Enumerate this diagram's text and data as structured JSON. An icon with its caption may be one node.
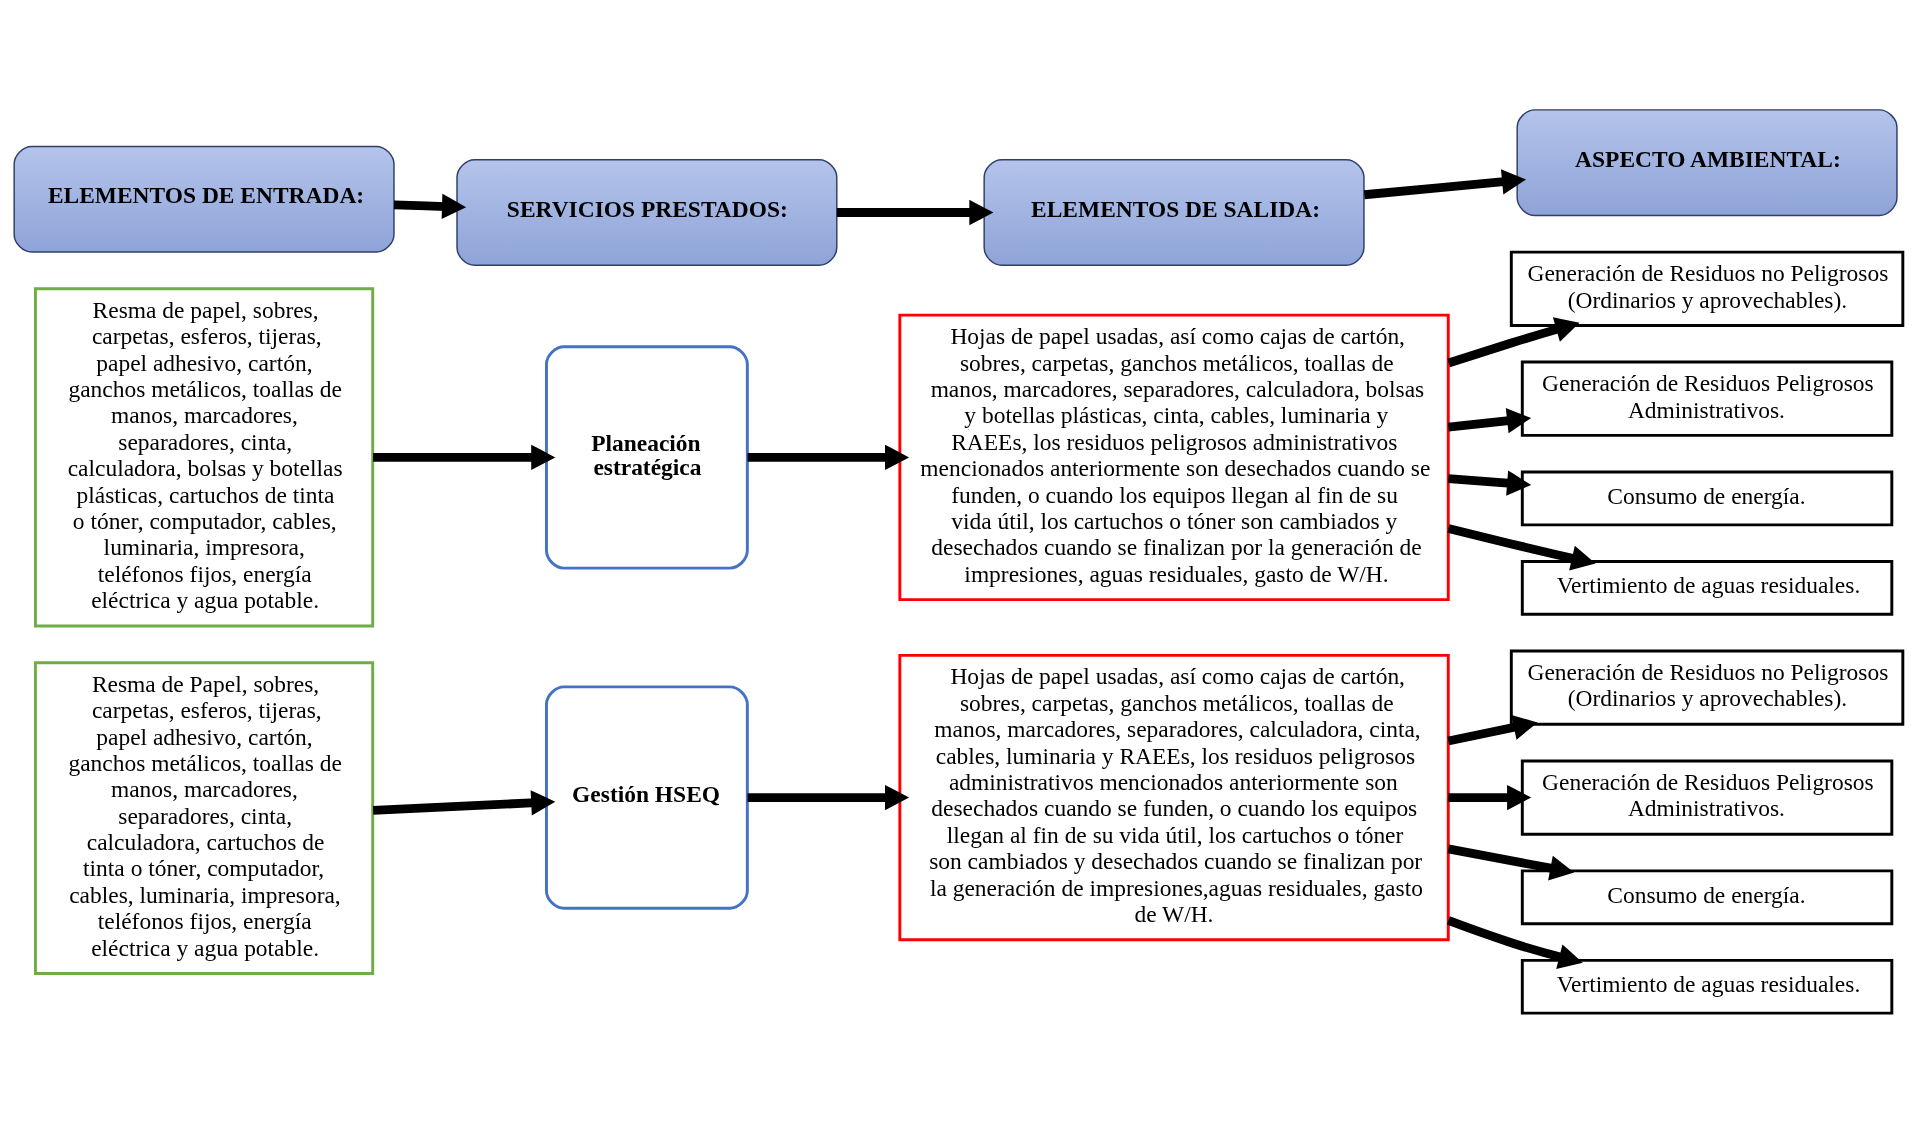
{
  "diagram": {
    "nodes": [
      {
        "text": [
          "ELEMENTOS DE ENTRADA:"
        ]
      },
      {
        "text": [
          "SERVICIOS PRESTADOS:"
        ]
      },
      {
        "text": [
          "ELEMENTOS DE SALIDA:"
        ]
      },
      {
        "text": [
          "ASPECTO AMBIENTAL:"
        ]
      },
      {
        "text": [
          "Resma de papel, sobres, carpetas, esferos, tijeras, papel adhesivo, cartón, ganchos metálicos, toallas de manos, marcadores, separadores, cinta, calculadora, bolsas y botellas plásticas, cartuchos de tinta o tóner, computador, cables, luminaria, impresora, teléfonos fijos, energía eléctrica y agua potable."
        ]
      },
      {
        "text": [
          "Planeación estratégica"
        ]
      },
      {
        "text": [
          "Hojas de papel usadas, así como cajas de cartón, sobres, carpetas, ganchos metálicos, toallas de manos, marcadores, separadores, calculadora, bolsas y botellas plásticas, cinta, cables, luminaria y RAEEs, los residuos peligrosos administrativos mencionados anteriormente son desechados cuando se funden, o cuando los equipos llegan al fin de su vida útil, los cartuchos o tóner son cambiados y desechados cuando se finalizan por la generación de impresiones, aguas residuales, gasto de W/H."
        ]
      },
      {
        "text": [
          "Generación de Residuos no Peligrosos (Ordinarios y aprovechables)."
        ]
      },
      {
        "text": [
          "Generación de Residuos Peligrosos Administrativos."
        ]
      },
      {
        "text": [
          "Consumo de energía."
        ]
      },
      {
        "text": [
          "Vertimiento de aguas residuales."
        ]
      },
      {
        "text": [
          "Resma de Papel, sobres, carpetas, esferos, tijeras, papel adhesivo, cartón, ganchos metálicos, toallas de manos, marcadores, separadores, cinta, calculadora, cartuchos de tinta o tóner, computador, cables, luminaria, impresora, teléfonos fijos, energía eléctrica y agua potable."
        ]
      },
      {
        "text": [
          "Gestión HSEQ"
        ]
      },
      {
        "text": [
          "Hojas de papel usadas, así como cajas de cartón, sobres, carpetas, ganchos metálicos, toallas de manos, marcadores, separadores, calculadora, cinta, cables, luminaria y RAEEs, los residuos peligrosos administrativos mencionados anteriormente son desechados cuando se funden, o cuando los equipos llegan al fin de su vida útil, los cartuchos o tóner son cambiados y desechados cuando se finalizan por la generación de impresiones,aguas residuales, gasto de W/H."
        ]
      },
      {
        "text": [
          "Generación de Residuos no Peligrosos (Ordinarios y aprovechables)."
        ]
      },
      {
        "text": [
          "Generación de Residuos Peligrosos Administrativos."
        ]
      },
      {
        "text": [
          "Consumo de energía."
        ]
      },
      {
        "text": [
          "Vertimiento de aguas residuales."
        ]
      }
    ],
    "edges": [
      {
        "from": 0,
        "to": 1,
        "arrow": "to"
      },
      {
        "from": 1,
        "to": 2,
        "arrow": "to"
      },
      {
        "from": 2,
        "to": 3,
        "arrow": "to"
      },
      {
        "from": 4,
        "to": 5,
        "arrow": "to"
      },
      {
        "from": 5,
        "to": 6,
        "arrow": "to"
      },
      {
        "from": 6,
        "to": 7,
        "arrow": "to"
      },
      {
        "from": 6,
        "to": 8,
        "arrow": "to"
      },
      {
        "from": 6,
        "to": 9,
        "arrow": "to"
      },
      {
        "from": 6,
        "to": 10,
        "arrow": "to"
      },
      {
        "from": 11,
        "to": 12,
        "arrow": "to"
      },
      {
        "from": 12,
        "to": 13,
        "arrow": "to"
      },
      {
        "from": 13,
        "to": 14,
        "arrow": "to"
      },
      {
        "from": 13,
        "to": 15,
        "arrow": "to"
      },
      {
        "from": 13,
        "to": 16,
        "arrow": "to"
      },
      {
        "from": 13,
        "to": 17,
        "arrow": "to"
      }
    ]
  }
}
